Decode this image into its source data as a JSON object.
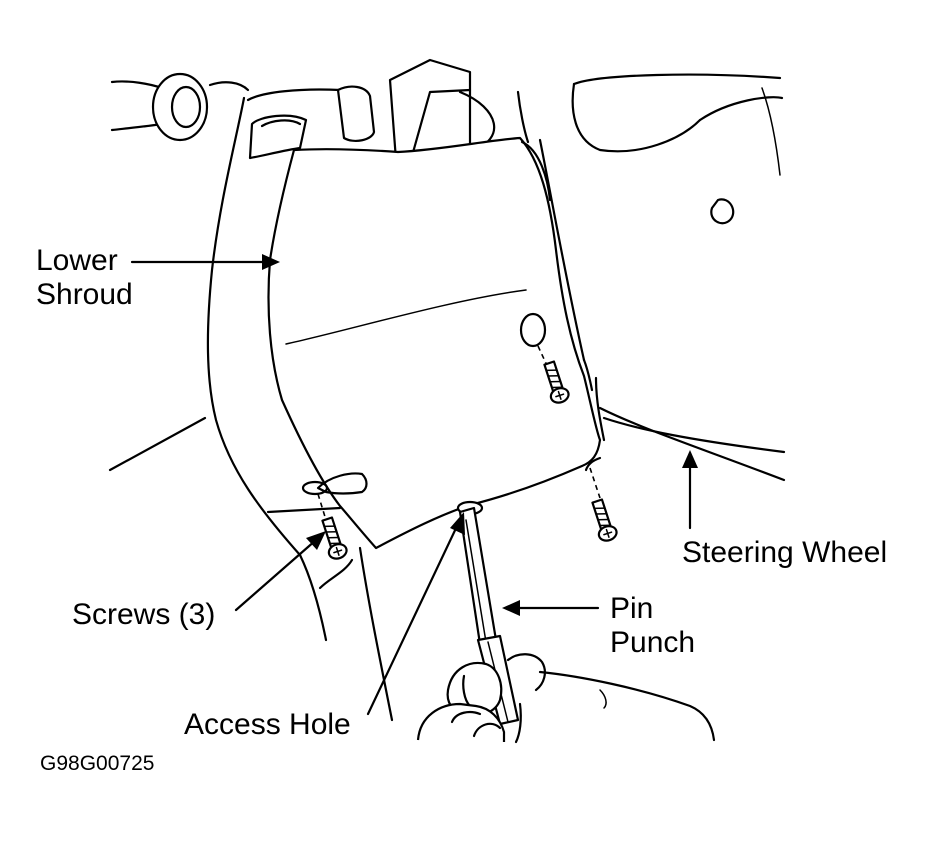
{
  "labels": {
    "lower_shroud": [
      "Lower",
      "Shroud"
    ],
    "steering_wheel": "Steering Wheel",
    "screws": "Screws (3)",
    "pin_punch": [
      "Pin",
      "Punch"
    ],
    "access_hole": "Access Hole"
  },
  "figure_id": "G98G00725"
}
